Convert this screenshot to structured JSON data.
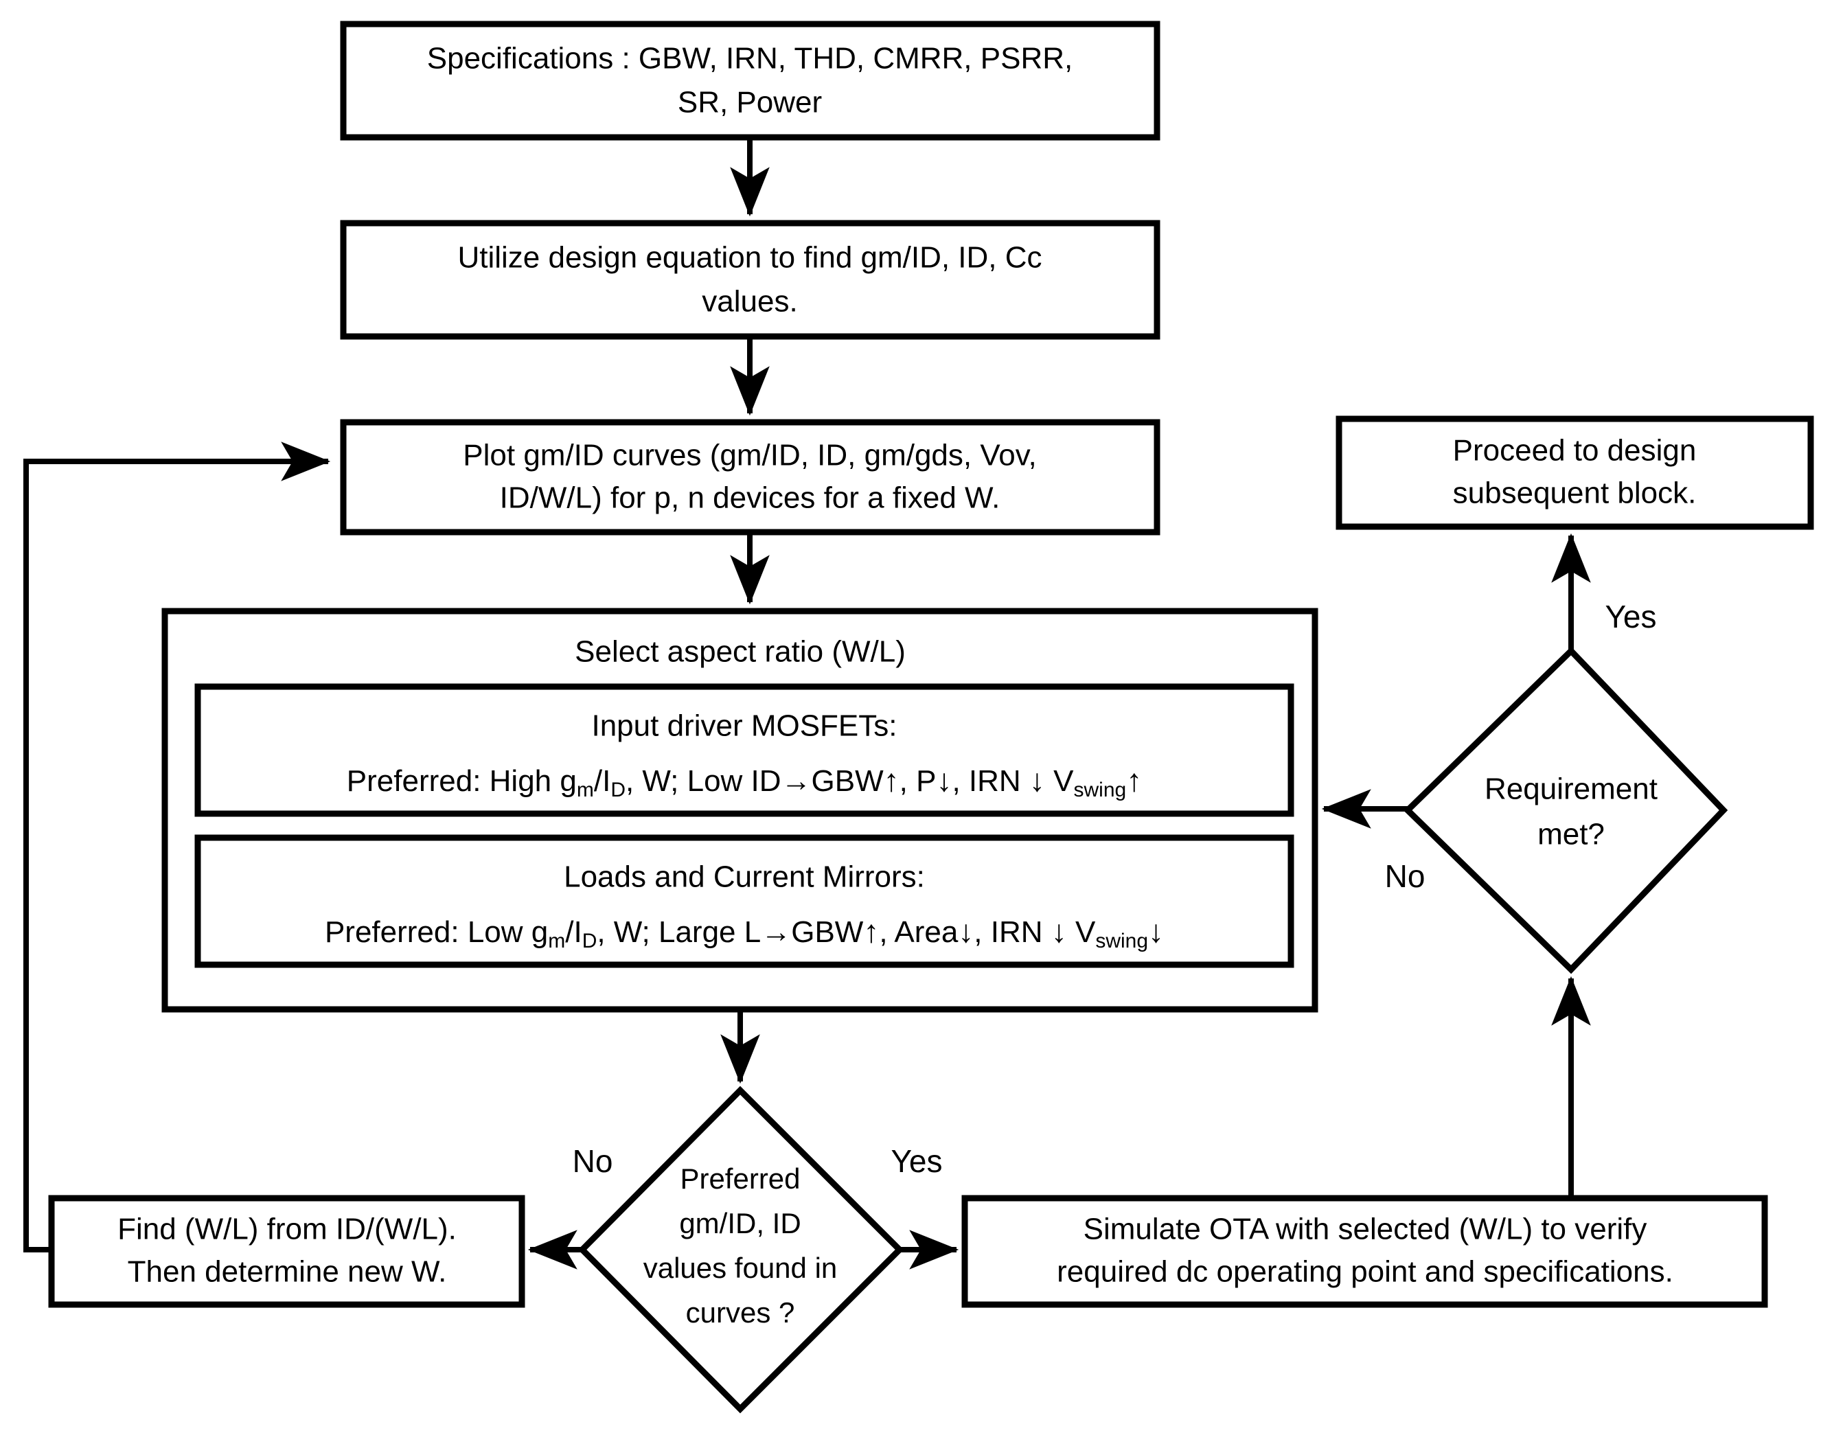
{
  "diagram": {
    "title": "OTA gm/ID design flowchart",
    "colors": {
      "stroke": "#000000",
      "fill": "#ffffff",
      "background": "#ffffff"
    },
    "nodes": {
      "specs": {
        "type": "process",
        "line1": "Specifications : GBW, IRN, THD, CMRR, PSRR,",
        "line2": "SR, Power"
      },
      "design_equation": {
        "type": "process",
        "line1": "Utilize design equation to find gm/ID, ID, Cc",
        "line2": "values."
      },
      "plot_curves": {
        "type": "process",
        "line1": "Plot gm/ID curves (gm/ID, ID, gm/gds, Vov,",
        "line2": "ID/W/L) for p, n devices for a fixed W."
      },
      "select_aspect_ratio": {
        "type": "group",
        "heading": "Select aspect ratio (W/L)",
        "sub_blocks": [
          {
            "heading": "Input driver MOSFETs:",
            "detail_parts": [
              {
                "text": "Preferred: High g",
                "kind": "normal"
              },
              {
                "text": "m",
                "kind": "sub"
              },
              {
                "text": "/I",
                "kind": "normal"
              },
              {
                "text": "D",
                "kind": "sub"
              },
              {
                "text": ", W; Low ID",
                "kind": "normal"
              },
              {
                "text": "→",
                "kind": "normal"
              },
              {
                "text": "GBW",
                "kind": "normal"
              },
              {
                "text": "↑",
                "kind": "arrow"
              },
              {
                "text": ", P",
                "kind": "normal"
              },
              {
                "text": "↓",
                "kind": "arrow"
              },
              {
                "text": ", IRN ",
                "kind": "normal"
              },
              {
                "text": "↓",
                "kind": "arrow"
              },
              {
                "text": " V",
                "kind": "normal"
              },
              {
                "text": "swing",
                "kind": "sub"
              },
              {
                "text": "↑",
                "kind": "arrow"
              }
            ],
            "detail_plain": "Preferred: High gm/ID, W; Low ID→GBW↑, P↓, IRN ↓ Vswing↑"
          },
          {
            "heading": "Loads and Current Mirrors:",
            "detail_parts": [
              {
                "text": "Preferred: Low g",
                "kind": "normal"
              },
              {
                "text": "m",
                "kind": "sub"
              },
              {
                "text": "/I",
                "kind": "normal"
              },
              {
                "text": "D",
                "kind": "sub"
              },
              {
                "text": ", W; Large L",
                "kind": "normal"
              },
              {
                "text": "→",
                "kind": "normal"
              },
              {
                "text": "GBW",
                "kind": "normal"
              },
              {
                "text": "↑",
                "kind": "arrow"
              },
              {
                "text": ", Area",
                "kind": "normal"
              },
              {
                "text": "↓",
                "kind": "arrow"
              },
              {
                "text": ", IRN ",
                "kind": "normal"
              },
              {
                "text": "↓",
                "kind": "arrow"
              },
              {
                "text": " V",
                "kind": "normal"
              },
              {
                "text": "swing",
                "kind": "sub"
              },
              {
                "text": "↓",
                "kind": "arrow"
              }
            ],
            "detail_plain": "Preferred: Low gm/ID, W; Large L→GBW↑, Area↓, IRN ↓ Vswing↓"
          }
        ]
      },
      "decision_curves": {
        "type": "decision",
        "line1": "Preferred",
        "line2": "gm/ID, ID",
        "line3": "values found in",
        "line4": "curves ?"
      },
      "find_wl": {
        "type": "process",
        "line1": "Find (W/L) from ID/(W/L).",
        "line2": "Then determine new W."
      },
      "simulate_ota": {
        "type": "process",
        "line1": "Simulate OTA with selected (W/L) to verify",
        "line2": "required dc operating point and specifications."
      },
      "decision_requirement": {
        "type": "decision",
        "line1": "Requirement",
        "line2": "met?"
      },
      "proceed": {
        "type": "process",
        "line1": "Proceed to design",
        "line2": "subsequent block."
      }
    },
    "edge_labels": {
      "curves_no": "No",
      "curves_yes": "Yes",
      "requirement_no": "No",
      "requirement_yes": "Yes"
    }
  }
}
